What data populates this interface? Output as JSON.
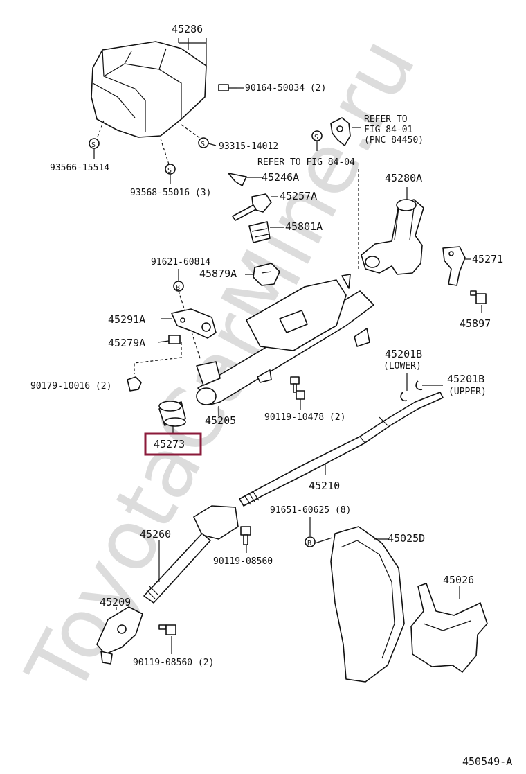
{
  "watermark": "ToyotaCarMine.ru",
  "highlight_color": "#8b1a3a",
  "highlighted_part": "45273",
  "diagram_id": "450549-A",
  "labels": {
    "l45286": "45286",
    "l90164": "90164-50034 (2)",
    "l93315": "93315-14012",
    "l93566": "93566-15514",
    "l93568": "93568-55016 (3)",
    "refer1a": "REFER TO",
    "refer1b": "FIG 84-01",
    "refer1c": "(PNC 84450)",
    "refer2": "REFER TO FIG 84-04",
    "l45246A": "45246A",
    "l45257A": "45257A",
    "l45280A": "45280A",
    "l45801A": "45801A",
    "l91621": "91621-60814",
    "l45879A": "45879A",
    "l45271": "45271",
    "l45897": "45897",
    "l45291A": "45291A",
    "l45279A": "45279A",
    "l90179": "90179-10016 (2)",
    "l45205": "45205",
    "l90119a": "90119-10478 (2)",
    "l45201Ba": "45201B",
    "l45201Bb": "(LOWER)",
    "l45201Bc": "45201B",
    "l45201Bd": "(UPPER)",
    "l45273": "45273",
    "l45210": "45210",
    "l91651": "91651-60625 (8)",
    "l45260": "45260",
    "l45025D": "45025D",
    "l90119b": "90119-08560",
    "l45026": "45026",
    "l45209": "45209",
    "l90119c": "90119-08560 (2)",
    "sym_s": "S",
    "sym_b": "B"
  }
}
